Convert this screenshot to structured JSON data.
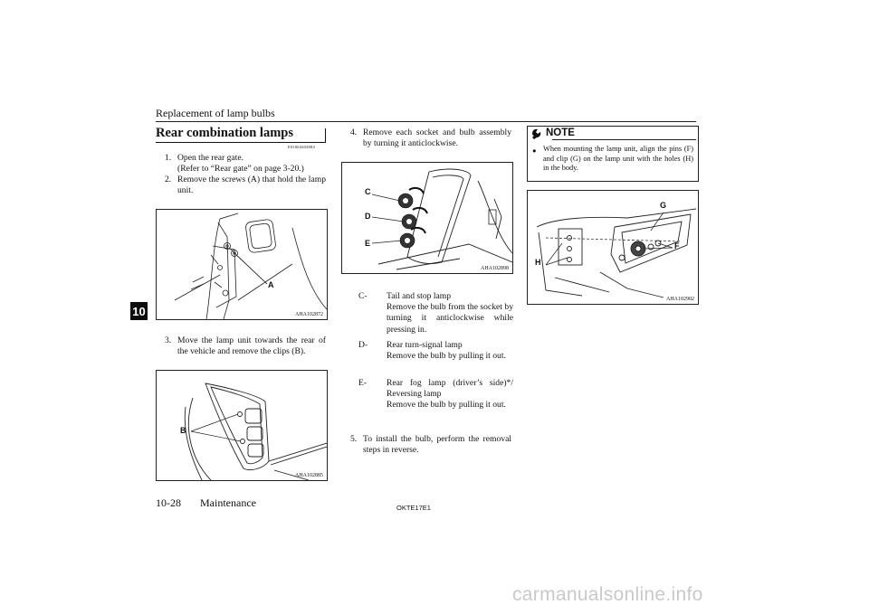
{
  "header": {
    "running_title": "Replacement of lamp bulbs"
  },
  "section": {
    "title": "Rear combination lamps",
    "code": "E01004202884"
  },
  "chapter_tab": "10",
  "steps": {
    "s1_num": "1.",
    "s1_line1": "Open the rear gate.",
    "s1_line2": "(Refer to “Rear gate” on page 3-20.)",
    "s2_num": "2.",
    "s2_text": "Remove the screws (A) that hold the lamp unit.",
    "s3_num": "3.",
    "s3_text": "Move the lamp unit towards the rear of the vehicle and remove the clips (B).",
    "s4_num": "4.",
    "s4_text": "Remove each socket and bulb assembly by turning it anticlockwise.",
    "s5_num": "5.",
    "s5_text": "To install the bulb, perform the removal steps in reverse."
  },
  "figures": {
    "fig1": {
      "code": "AHA102872",
      "labels": [
        "A"
      ]
    },
    "fig2": {
      "code": "AHA102885",
      "labels": [
        "B"
      ]
    },
    "fig3": {
      "code": "AHA102898",
      "labels": [
        "C",
        "D",
        "E"
      ]
    },
    "fig4": {
      "code": "AHA102902",
      "labels": [
        "G",
        "F",
        "H"
      ]
    }
  },
  "items": [
    {
      "letter": "C-",
      "title": "Tail and stop lamp",
      "text": "Remove the bulb from the socket by turning it anticlockwise while pressing in."
    },
    {
      "letter": "D-",
      "title": "Rear turn-signal lamp",
      "text": "Remove the bulb by pulling it out."
    },
    {
      "letter": "E-",
      "title": "Rear fog lamp (driver’s side)*/ Reversing lamp",
      "text": "Remove the bulb by pulling it out."
    }
  ],
  "note": {
    "label": "NOTE",
    "bullet": "●",
    "text": "When mounting the lamp unit, align the pins (F) and clip (G) on the lamp unit with the holes (H) in the body."
  },
  "footer": {
    "page": "10-28",
    "section": "Maintenance",
    "code": "OKTE17E1"
  },
  "watermark": "carmanualsonline.info",
  "icons": {
    "note": "wrench-note-icon"
  }
}
